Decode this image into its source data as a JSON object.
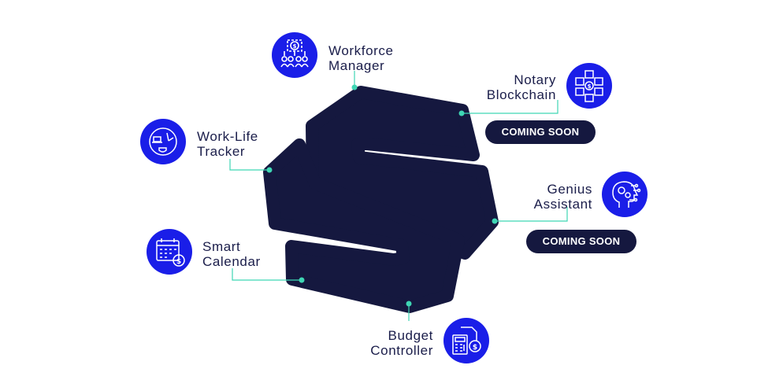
{
  "features": {
    "workforce": {
      "line1": "Workforce",
      "line2": "Manager",
      "icon": "team-dollar-icon"
    },
    "notary": {
      "line1": "Notary",
      "line2": "Blockchain",
      "icon": "blockchain-cubes-icon",
      "badge": "COMING SOON"
    },
    "worklife": {
      "line1": "Work-Life",
      "line2": "Tracker",
      "icon": "clock-laptop-icon"
    },
    "genius": {
      "line1": "Genius",
      "line2": "Assistant",
      "icon": "ai-head-icon",
      "badge": "COMING SOON"
    },
    "calendar": {
      "line1": "Smart",
      "line2": "Calendar",
      "icon": "calendar-dollar-icon"
    },
    "budget": {
      "line1": "Budget",
      "line2": "Controller",
      "icon": "calculator-dollar-icon"
    }
  },
  "colors": {
    "brand_navy": "#15183f",
    "icon_blue": "#1a1ee8",
    "connector_teal": "#3fd6b4",
    "text": "#1a1d4a"
  }
}
